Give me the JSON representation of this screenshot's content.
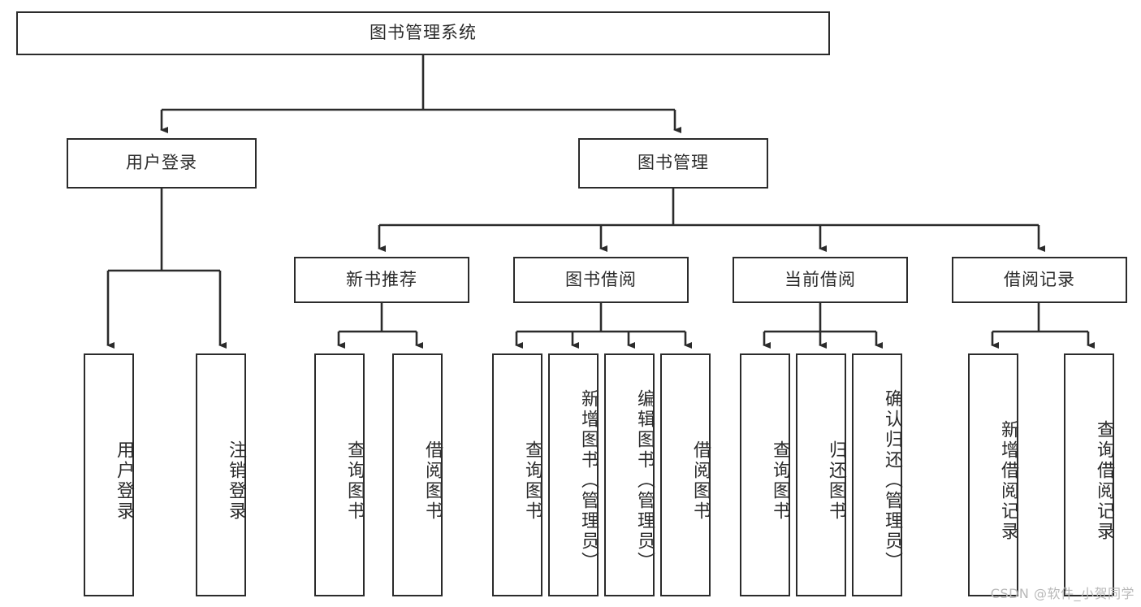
{
  "diagram": {
    "title": "图书管理系统",
    "type": "tree-hierarchy-diagram",
    "colors": {
      "border": "#2b2b2b",
      "background": "#ffffff",
      "text": "#2b2b2b",
      "watermark": "#b9b9b9"
    },
    "root": {
      "label": "图书管理系统"
    },
    "level2": [
      {
        "label": "用户登录"
      },
      {
        "label": "图书管理"
      }
    ],
    "level3": [
      {
        "label": "新书推荐"
      },
      {
        "label": "图书借阅"
      },
      {
        "label": "当前借阅"
      },
      {
        "label": "借阅记录"
      }
    ],
    "leaves": {
      "user_login": [
        {
          "label": "用户登录"
        },
        {
          "label": "注销登录"
        }
      ],
      "new_book_recommend": [
        {
          "label": "查询图书"
        },
        {
          "label": "借阅图书"
        }
      ],
      "book_borrow": [
        {
          "label": "查询图书"
        },
        {
          "label": "新增图书（管理员）"
        },
        {
          "label": "编辑图书（管理员）"
        },
        {
          "label": "借阅图书"
        }
      ],
      "current_borrow": [
        {
          "label": "查询图书"
        },
        {
          "label": "归还图书"
        },
        {
          "label": "确认归还（管理员）"
        }
      ],
      "borrow_record": [
        {
          "label": "新增借阅记录"
        },
        {
          "label": "查询借阅记录"
        }
      ]
    }
  },
  "watermark": {
    "text": "CSDN @软件_小贺同学"
  }
}
